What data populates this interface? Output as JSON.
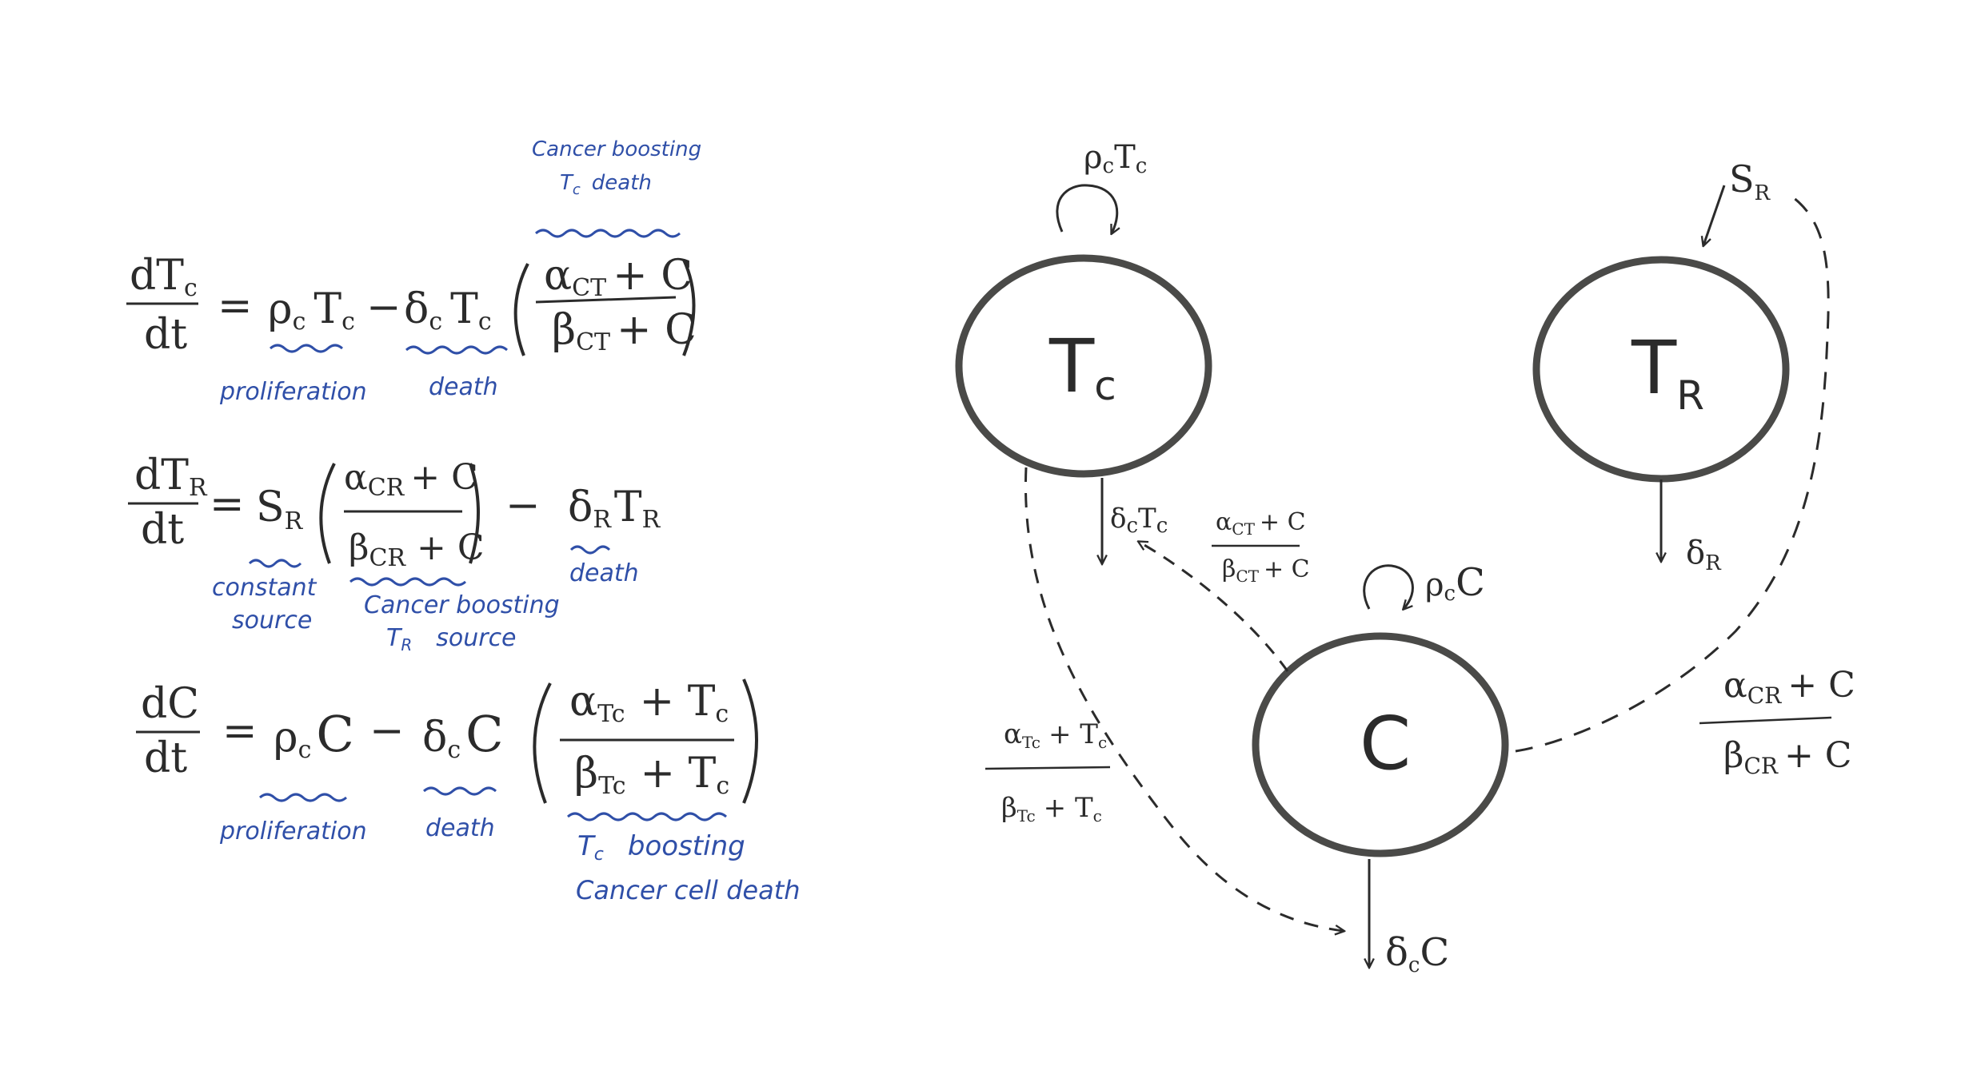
{
  "equations": {
    "tc": {
      "lhs_num": "dT",
      "lhs_num_sub": "c",
      "lhs_den": "dt",
      "eq": "=",
      "term1": "ρ",
      "term1_sub": "c",
      "term1b": "T",
      "term1b_sub": "c",
      "minus": "−",
      "term2": "δ",
      "term2_sub": "c",
      "term2b": "T",
      "term2b_sub": "c",
      "frac_num": "α",
      "frac_num_sub": "CT",
      "frac_num_rest": "+ C",
      "frac_den": "β",
      "frac_den_sub": "CT",
      "frac_den_rest": "+ C",
      "note1": "proliferation",
      "note2": "death",
      "note3_line1": "Cancer boosting",
      "note3_line2": "T",
      "note3_line2_sub": "c",
      "note3_line2_rest": "death"
    },
    "tr": {
      "lhs_num": "dT",
      "lhs_num_sub": "R",
      "lhs_den": "dt",
      "eq": "=",
      "term1": "S",
      "term1_sub": "R",
      "frac_num": "α",
      "frac_num_sub": "CR",
      "frac_num_rest": "+ C",
      "frac_den": "β",
      "frac_den_sub": "CR",
      "frac_den_rest": "+ C",
      "minus": "−",
      "term2": "δ",
      "term2_sub": "R",
      "term2b": "T",
      "term2b_sub": "R",
      "note1_line1": "constant",
      "note1_line2": "source",
      "note2_line1": "Cancer boosting",
      "note2_line2": "T",
      "note2_line2_sub": "R",
      "note2_line2_rest": "source",
      "note3": "death"
    },
    "c": {
      "lhs_num": "dC",
      "lhs_den": "dt",
      "eq": "=",
      "term1": "ρ",
      "term1_sub": "c",
      "term1b": "C",
      "minus": "−",
      "term2": "δ",
      "term2_sub": "c",
      "term2b": "C",
      "frac_num": "α",
      "frac_num_sub": "Tc",
      "frac_num_rest": "+ T",
      "frac_num_rest_sub": "c",
      "frac_den": "β",
      "frac_den_sub": "Tc",
      "frac_den_rest": "+ T",
      "frac_den_rest_sub": "c",
      "note1": "proliferation",
      "note2": "death",
      "note3_line1": "T",
      "note3_line1_sub": "c",
      "note3_line1_rest": "boosting",
      "note3_line2": "Cancer cell death"
    }
  },
  "diagram": {
    "nodes": {
      "tc": {
        "label": "T",
        "sub": "c"
      },
      "tr": {
        "label": "T",
        "sub": "R"
      },
      "c": {
        "label": "C"
      }
    },
    "labels": {
      "tc_self": "ρ",
      "tc_self_sub": "c",
      "tc_self_b": "T",
      "tc_self_b_sub": "c",
      "sr": "S",
      "sr_sub": "R",
      "tc_death": "δ",
      "tc_death_sub": "c",
      "tc_death_b": "T",
      "tc_death_b_sub": "c",
      "ct_num": "α",
      "ct_num_sub": "CT",
      "ct_num_rest": "+ C",
      "ct_den": "β",
      "ct_den_sub": "CT",
      "ct_den_rest": "+ C",
      "c_self": "ρ",
      "c_self_sub": "c",
      "c_self_b": "C",
      "tr_death": "δ",
      "tr_death_sub": "R",
      "tc_num": "α",
      "tc_num_sub": "Tc",
      "tc_num_rest": "+ T",
      "tc_num_rest_sub": "c",
      "tc_den": "β",
      "tc_den_sub": "Tc",
      "tc_den_rest": "+ T",
      "tc_den_rest_sub": "c",
      "cr_num": "α",
      "cr_num_sub": "CR",
      "cr_num_rest": "+ C",
      "cr_den": "β",
      "cr_den_sub": "CR",
      "cr_den_rest": "+ C",
      "c_death": "δ",
      "c_death_sub": "c",
      "c_death_b": "C"
    },
    "colors": {
      "node_stroke": "#4a4a48",
      "ink": "#2b2b2b",
      "annotation": "#2f4fa8"
    }
  }
}
